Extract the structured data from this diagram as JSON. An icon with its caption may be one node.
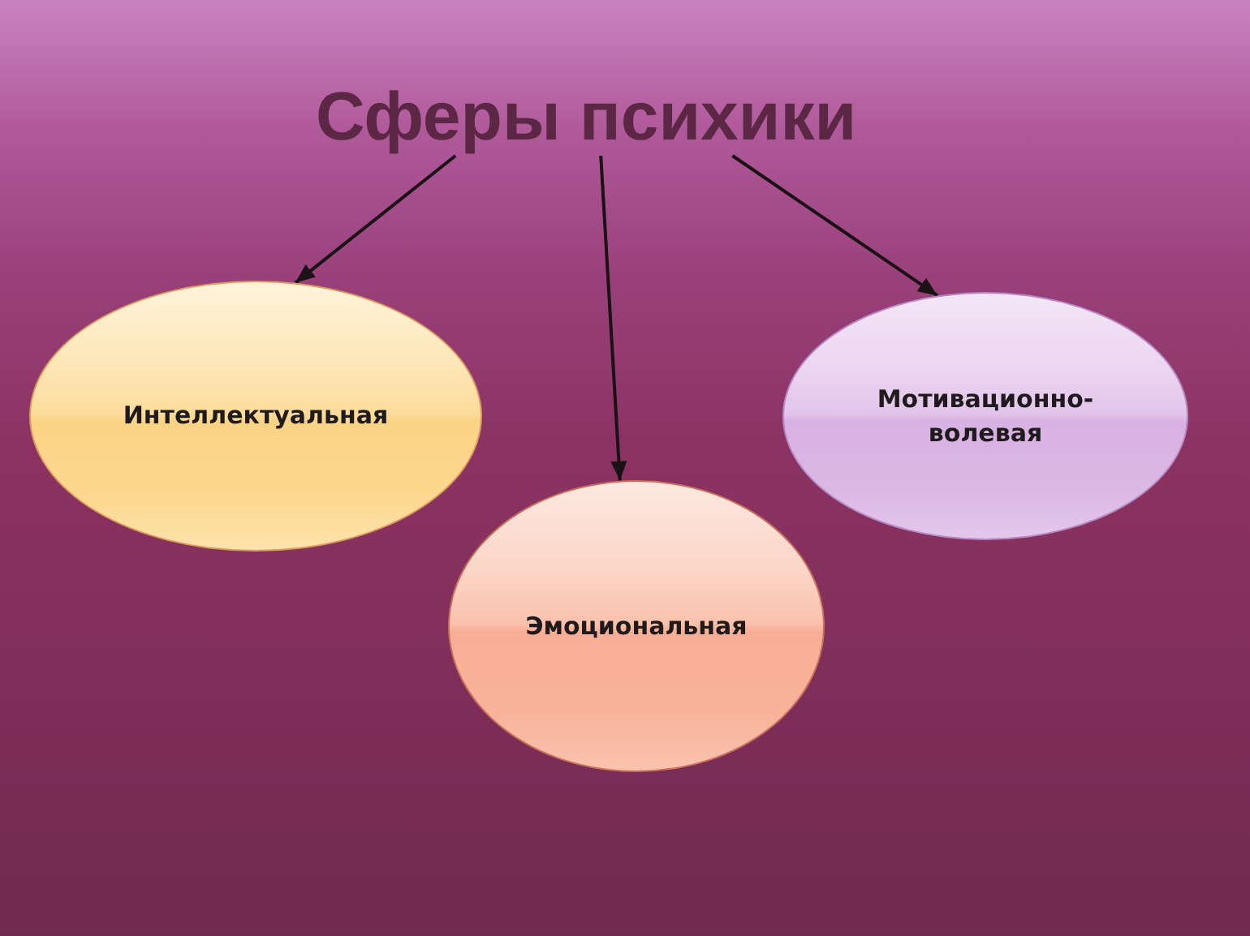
{
  "diagram": {
    "nodes": [
      {
        "text": [
          "Сферы психики"
        ]
      },
      {
        "text": [
          "Интеллектуальная"
        ]
      },
      {
        "text": [
          "Эмоциональная"
        ]
      },
      {
        "text": [
          "Мотивационно- волевая"
        ]
      }
    ],
    "edges": [
      {
        "from": 0,
        "to": 1,
        "arrow": "to"
      },
      {
        "from": 0,
        "to": 2,
        "arrow": "to"
      },
      {
        "from": 0,
        "to": 3,
        "arrow": "to"
      }
    ]
  }
}
